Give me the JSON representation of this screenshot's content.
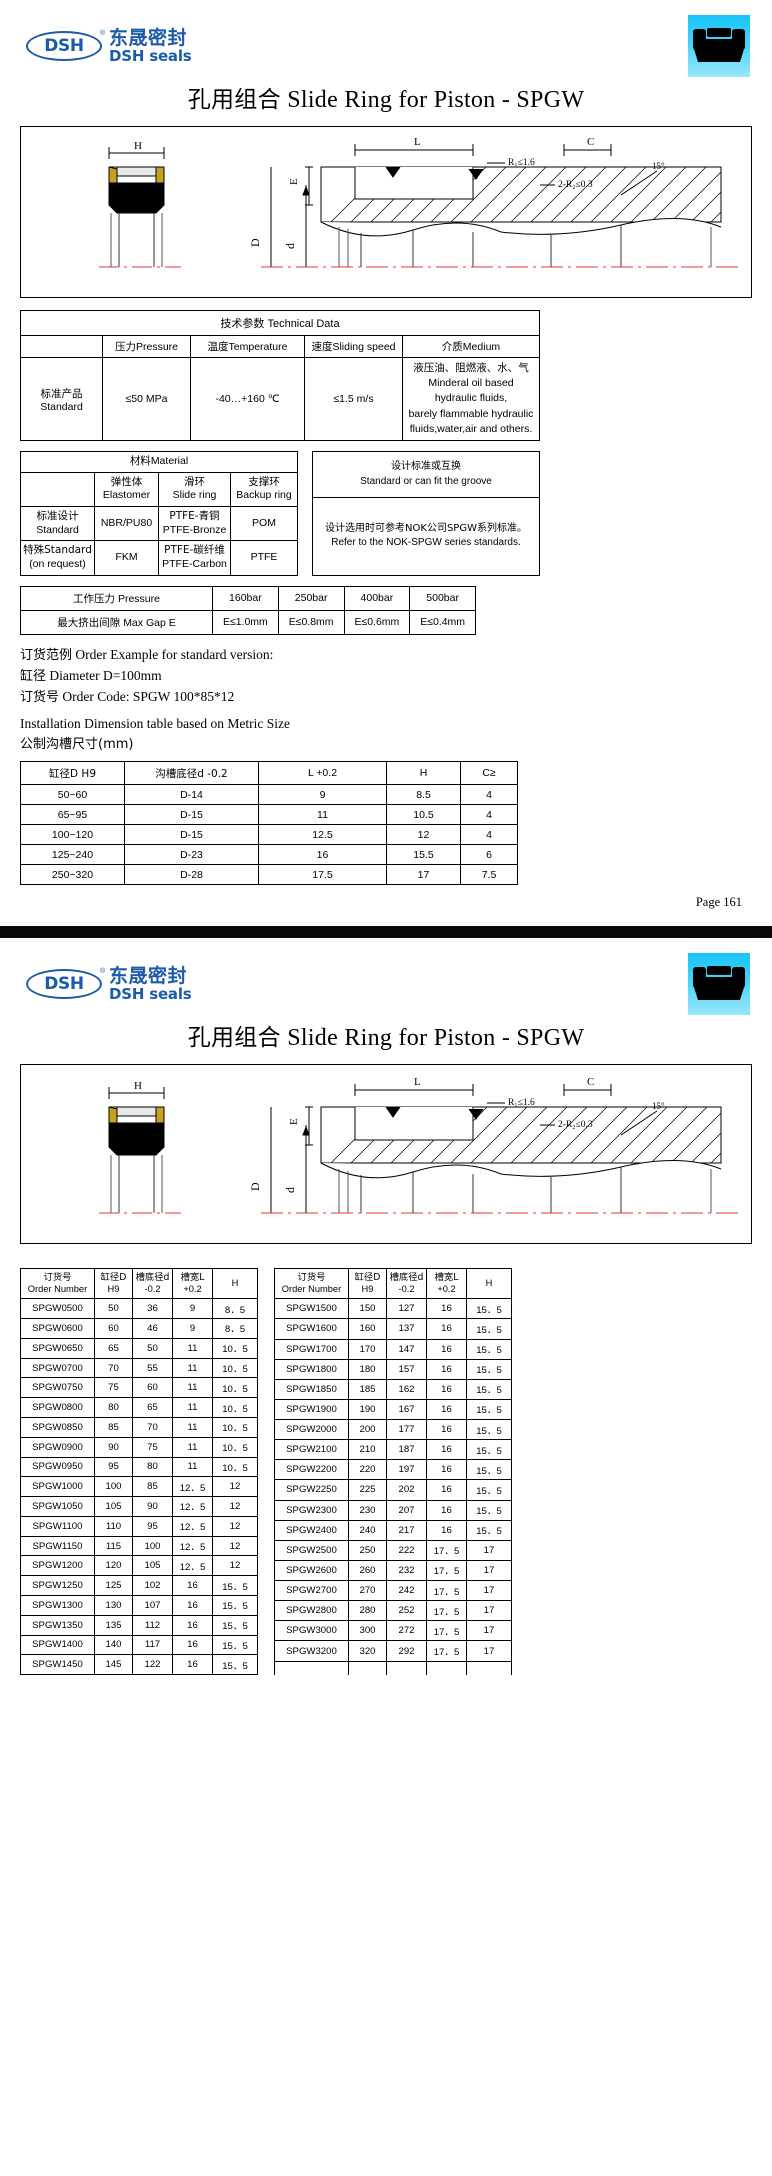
{
  "brand": {
    "mark": "DSH",
    "registered": "®",
    "name_cn": "东晟密封",
    "name_en": "DSH seals",
    "product_icon": "piston-seal-icon"
  },
  "page1": {
    "title_cn": "孔用组合",
    "title_en": "Slide Ring for Piston - SPGW",
    "page_number": "Page  161",
    "drawing": {
      "labels": [
        "H",
        "D",
        "d",
        "L",
        "E",
        "C",
        "R₁≤1.6",
        "2-R₂≤0.3",
        "15°"
      ]
    },
    "technical_data": {
      "caption_cn": "技术参数",
      "caption_en": "Technical Data",
      "headers": [
        "",
        "压力Pressure",
        "温度Temperature",
        "速度Sliding speed",
        "介质Medium"
      ],
      "row_label_cn": "标准产品",
      "row_label_en": "Standard",
      "pressure": "≤50 MPa",
      "temperature": "-40…+160 ℃",
      "speed": "≤1.5 m/s",
      "medium": "液压油、阻燃液、水、气\nMinderal oil based hydraulic fluids,\nbarely flammable hydraulic\nfluids,water,air and others.",
      "medium_cn": "液压油、阻燃液、水、气",
      "medium_en1": "Minderal oil based hydraulic fluids,",
      "medium_en2": "barely flammable hydraulic",
      "medium_en3": "fluids,water,air and others."
    },
    "material": {
      "caption_cn": "材料",
      "caption_en": "Material",
      "headers": [
        {
          "cn": "",
          "en": ""
        },
        {
          "cn": "弹性体",
          "en": "Elastomer"
        },
        {
          "cn": "滑环",
          "en": "Slide ring"
        },
        {
          "cn": "支撑环",
          "en": "Backup ring"
        }
      ],
      "rows": [
        {
          "label_cn": "标准设计",
          "label_en": "Standard",
          "elastomer": "NBR/PU80",
          "slide_cn": "PTFE-青铜",
          "slide_en": "PTFE-Bronze",
          "backup": "POM"
        },
        {
          "label_cn": "特殊Standard",
          "label_en": "(on request)",
          "elastomer": "FKM",
          "slide_cn": "PTFE-碳纤维",
          "slide_en": "PTFE-Carbon",
          "backup": "PTFE"
        }
      ]
    },
    "groove_note": {
      "line1_cn": "设计标准或互换",
      "line1_en": "Standard or can fit the groove",
      "line2_cn": "设计选用时可参考NOK公司SPGW系列标准。",
      "line2_en": "Refer to the NOK-SPGW series standards."
    },
    "pressure_gap": {
      "row1_label_cn": "工作压力",
      "row1_label_en": "Pressure",
      "row2_label_cn": "最大挤出间隙",
      "row2_label_en": "Max Gap E",
      "pressures": [
        "160bar",
        "250bar",
        "400bar",
        "500bar"
      ],
      "gaps": [
        "E≤1.0mm",
        "E≤0.8mm",
        "E≤0.6mm",
        "E≤0.4mm"
      ]
    },
    "order_info": {
      "line1_cn": "订货范例",
      "line1_en": "Order Example for standard version:",
      "line2_cn": "缸径",
      "line2_en": "Diameter  D=100mm",
      "line3_cn": "订货号",
      "line3_en": "Order Code:    SPGW 100*85*12",
      "line4_en": "Installation Dimension table based on Metric Size",
      "line5_cn": "公制沟槽尺寸(mm)"
    },
    "dimension_table": {
      "headers": [
        "缸径D  H9",
        "沟槽底径d  -0.2",
        "L  +0.2",
        "H",
        "C≥"
      ],
      "rows": [
        [
          "50~60",
          "D-14",
          "9",
          "8.5",
          "4"
        ],
        [
          "65~95",
          "D-15",
          "11",
          "10.5",
          "4"
        ],
        [
          "100~120",
          "D-15",
          "12.5",
          "12",
          "4"
        ],
        [
          "125~240",
          "D-23",
          "16",
          "15.5",
          "6"
        ],
        [
          "250~320",
          "D-28",
          "17.5",
          "17",
          "7.5"
        ]
      ]
    }
  },
  "page2": {
    "title_cn": "孔用组合",
    "title_en": "Slide Ring for Piston - SPGW",
    "part_table_headers": {
      "order_cn": "订货号",
      "order_en": "Order Number",
      "d_cn": "缸径D",
      "d_en": "H9",
      "gd_cn": "槽底径d",
      "gd_en": "-0.2",
      "gl_cn": "槽宽L",
      "gl_en": "+0.2",
      "h": "H"
    },
    "left_rows": [
      [
        "SPGW0500",
        "50",
        "36",
        "9",
        "8．5"
      ],
      [
        "SPGW0600",
        "60",
        "46",
        "9",
        "8．5"
      ],
      [
        "SPGW0650",
        "65",
        "50",
        "11",
        "10．5"
      ],
      [
        "SPGW0700",
        "70",
        "55",
        "11",
        "10．5"
      ],
      [
        "SPGW0750",
        "75",
        "60",
        "11",
        "10．5"
      ],
      [
        "SPGW0800",
        "80",
        "65",
        "11",
        "10．5"
      ],
      [
        "SPGW0850",
        "85",
        "70",
        "11",
        "10．5"
      ],
      [
        "SPGW0900",
        "90",
        "75",
        "11",
        "10．5"
      ],
      [
        "SPGW0950",
        "95",
        "80",
        "11",
        "10．5"
      ],
      [
        "SPGW1000",
        "100",
        "85",
        "12．5",
        "12"
      ],
      [
        "SPGW1050",
        "105",
        "90",
        "12．5",
        "12"
      ],
      [
        "SPGW1100",
        "110",
        "95",
        "12．5",
        "12"
      ],
      [
        "SPGW1150",
        "115",
        "100",
        "12．5",
        "12"
      ],
      [
        "SPGW1200",
        "120",
        "105",
        "12．5",
        "12"
      ],
      [
        "SPGW1250",
        "125",
        "102",
        "16",
        "15．5"
      ],
      [
        "SPGW1300",
        "130",
        "107",
        "16",
        "15．5"
      ],
      [
        "SPGW1350",
        "135",
        "112",
        "16",
        "15．5"
      ],
      [
        "SPGW1400",
        "140",
        "117",
        "16",
        "15．5"
      ],
      [
        "SPGW1450",
        "145",
        "122",
        "16",
        "15．5"
      ]
    ],
    "right_rows": [
      [
        "SPGW1500",
        "150",
        "127",
        "16",
        "15．5"
      ],
      [
        "SPGW1600",
        "160",
        "137",
        "16",
        "15．5"
      ],
      [
        "SPGW1700",
        "170",
        "147",
        "16",
        "15．5"
      ],
      [
        "SPGW1800",
        "180",
        "157",
        "16",
        "15．5"
      ],
      [
        "SPGW1850",
        "185",
        "162",
        "16",
        "15．5"
      ],
      [
        "SPGW1900",
        "190",
        "167",
        "16",
        "15．5"
      ],
      [
        "SPGW2000",
        "200",
        "177",
        "16",
        "15．5"
      ],
      [
        "SPGW2100",
        "210",
        "187",
        "16",
        "15．5"
      ],
      [
        "SPGW2200",
        "220",
        "197",
        "16",
        "15．5"
      ],
      [
        "SPGW2250",
        "225",
        "202",
        "16",
        "15．5"
      ],
      [
        "SPGW2300",
        "230",
        "207",
        "16",
        "15．5"
      ],
      [
        "SPGW2400",
        "240",
        "217",
        "16",
        "15．5"
      ],
      [
        "SPGW2500",
        "250",
        "222",
        "17．5",
        "17"
      ],
      [
        "SPGW2600",
        "260",
        "232",
        "17．5",
        "17"
      ],
      [
        "SPGW2700",
        "270",
        "242",
        "17．5",
        "17"
      ],
      [
        "SPGW2800",
        "280",
        "252",
        "17．5",
        "17"
      ],
      [
        "SPGW3000",
        "300",
        "272",
        "17．5",
        "17"
      ],
      [
        "SPGW3200",
        "320",
        "292",
        "17．5",
        "17"
      ]
    ]
  },
  "colors": {
    "brand_blue": "#1c5ba8",
    "icon_cyan": "#19c3f5",
    "centerline_red": "#e03a3a",
    "seal_black": "#000000",
    "seal_gold": "#c8a020"
  }
}
